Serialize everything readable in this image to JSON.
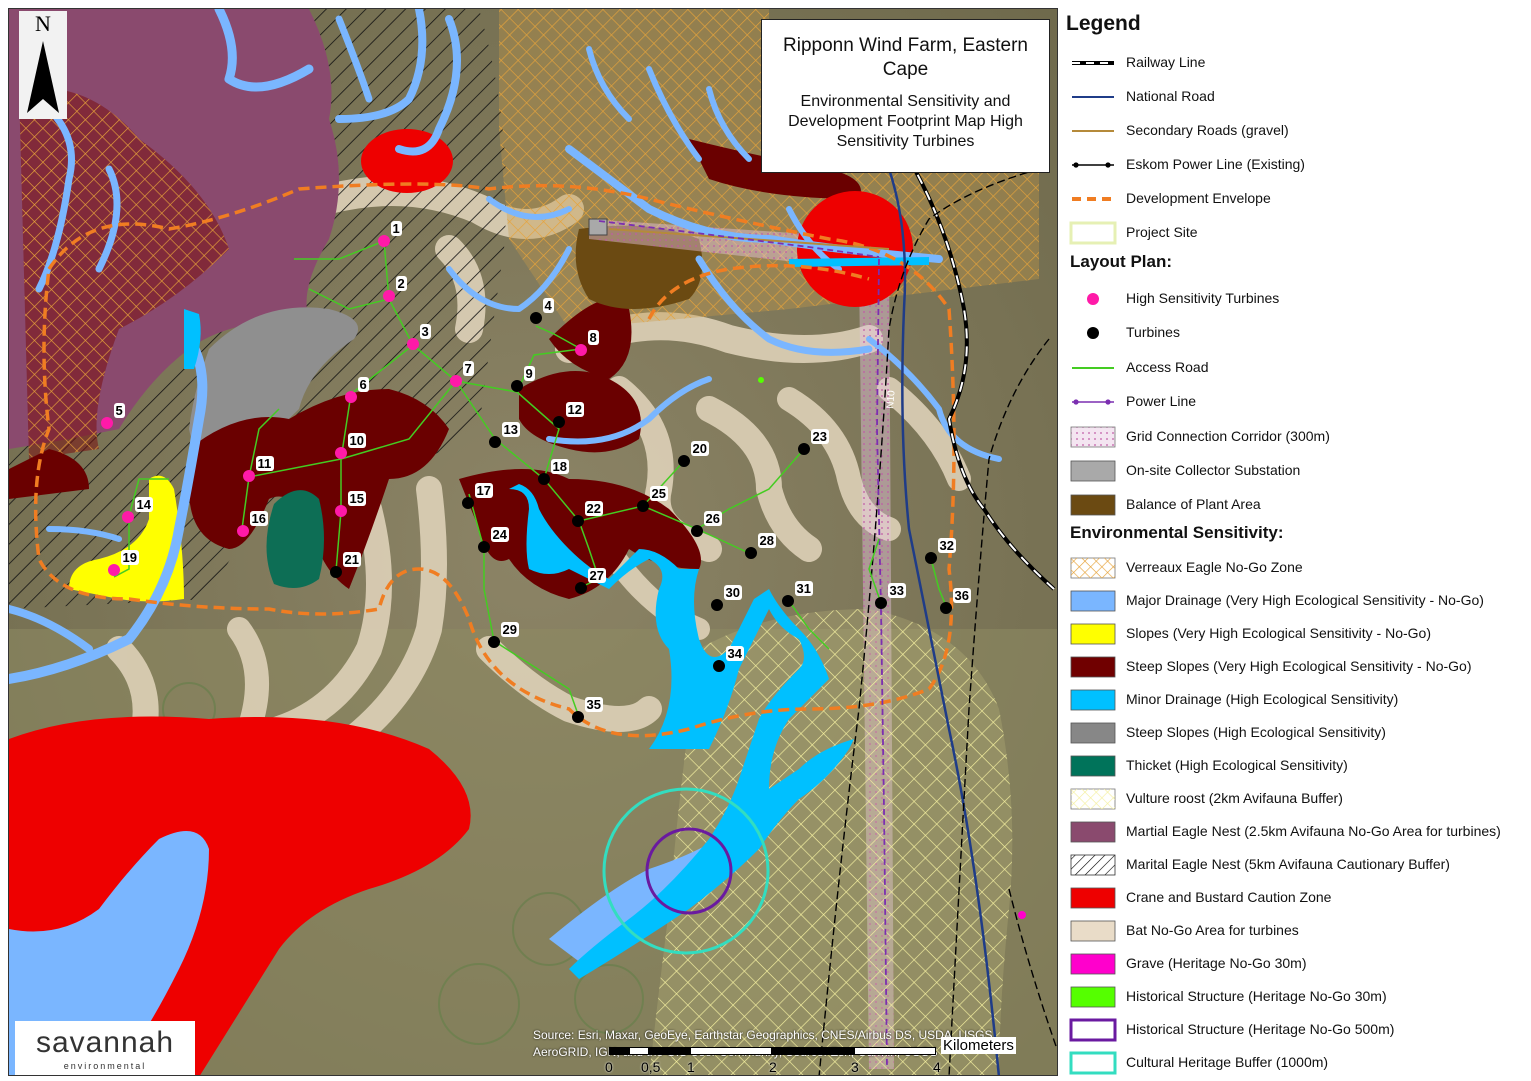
{
  "map": {
    "title_main": "Ripponn Wind Farm, Eastern Cape",
    "title_sub": "Environmental Sensitivity and Development Footprint Map High Sensitivity Turbines",
    "north_label": "N",
    "logo_main": "savannah",
    "logo_sub": "environmental",
    "credits": "Source: Esri, Maxar, GeoEye, Earthstar Geographics, CNES/Airbus DS, USDA, USGS, AeroGRID, IGN, and the GIS User Community, Source: Esri, Garmin, USGS",
    "road_label": "N10",
    "scale": {
      "unit_label": "Kilometers",
      "ticks": [
        "0",
        "0,5",
        "1",
        "2",
        "3",
        "4"
      ]
    },
    "turbines": [
      {
        "id": "1",
        "sensitivity": "high"
      },
      {
        "id": "2",
        "sensitivity": "high"
      },
      {
        "id": "3",
        "sensitivity": "high"
      },
      {
        "id": "4",
        "sensitivity": "normal"
      },
      {
        "id": "5",
        "sensitivity": "high"
      },
      {
        "id": "6",
        "sensitivity": "high"
      },
      {
        "id": "7",
        "sensitivity": "high"
      },
      {
        "id": "8",
        "sensitivity": "high"
      },
      {
        "id": "9",
        "sensitivity": "normal"
      },
      {
        "id": "10",
        "sensitivity": "high"
      },
      {
        "id": "11",
        "sensitivity": "high"
      },
      {
        "id": "12",
        "sensitivity": "normal"
      },
      {
        "id": "13",
        "sensitivity": "normal"
      },
      {
        "id": "14",
        "sensitivity": "high"
      },
      {
        "id": "15",
        "sensitivity": "high"
      },
      {
        "id": "16",
        "sensitivity": "high"
      },
      {
        "id": "17",
        "sensitivity": "normal"
      },
      {
        "id": "18",
        "sensitivity": "normal"
      },
      {
        "id": "19",
        "sensitivity": "high"
      },
      {
        "id": "20",
        "sensitivity": "normal"
      },
      {
        "id": "21",
        "sensitivity": "normal"
      },
      {
        "id": "22",
        "sensitivity": "normal"
      },
      {
        "id": "23",
        "sensitivity": "normal"
      },
      {
        "id": "24",
        "sensitivity": "normal"
      },
      {
        "id": "25",
        "sensitivity": "normal"
      },
      {
        "id": "26",
        "sensitivity": "normal"
      },
      {
        "id": "27",
        "sensitivity": "normal"
      },
      {
        "id": "28",
        "sensitivity": "normal"
      },
      {
        "id": "29",
        "sensitivity": "normal"
      },
      {
        "id": "30",
        "sensitivity": "normal"
      },
      {
        "id": "31",
        "sensitivity": "normal"
      },
      {
        "id": "32",
        "sensitivity": "normal"
      },
      {
        "id": "33",
        "sensitivity": "normal"
      },
      {
        "id": "34",
        "sensitivity": "normal"
      },
      {
        "id": "35",
        "sensitivity": "normal"
      },
      {
        "id": "36",
        "sensitivity": "normal"
      }
    ]
  },
  "legend": {
    "title": "Legend",
    "layout_heading": "Layout Plan:",
    "env_heading": "Environmental Sensitivity:",
    "base_items": [
      {
        "label": "Railway Line",
        "symbol": "railway"
      },
      {
        "label": "National Road",
        "symbol": "line",
        "color": "#1f3c88"
      },
      {
        "label": "Secondary Roads (gravel)",
        "symbol": "line",
        "color": "#b58a3a"
      },
      {
        "label": "Eskom Power Line (Existing)",
        "symbol": "powerline",
        "color": "#000000"
      },
      {
        "label": "Development Envelope",
        "symbol": "dashed",
        "color": "#f07d22"
      },
      {
        "label": "Project Site",
        "symbol": "outline",
        "color": "#e6f0b4"
      }
    ],
    "layout_items": [
      {
        "label": "High Sensitivity Turbines",
        "symbol": "dot",
        "color": "#ff1aa8"
      },
      {
        "label": "Turbines",
        "symbol": "dot",
        "color": "#000000"
      },
      {
        "label": "Access Road",
        "symbol": "line",
        "color": "#44cc22"
      },
      {
        "label": "Power Line",
        "symbol": "powerline",
        "color": "#7b2fb0"
      },
      {
        "label": "Grid Connection Corridor (300m)",
        "symbol": "dotted-fill",
        "color": "#e8c6e0"
      },
      {
        "label": "On-site Collector Substation",
        "symbol": "fill",
        "color": "#a9a9a9"
      },
      {
        "label": "Balance of Plant Area",
        "symbol": "fill",
        "color": "#6b4a12"
      }
    ],
    "env_items": [
      {
        "label": "Verreaux Eagle No-Go Zone",
        "symbol": "crosshatch",
        "color": "#e6a33a"
      },
      {
        "label": "Major Drainage (Very High Ecological Sensitivity - No-Go)",
        "symbol": "fill",
        "color": "#7ab6ff"
      },
      {
        "label": "Slopes (Very High Ecological Sensitivity - No-Go)",
        "symbol": "fill",
        "color": "#ffff00"
      },
      {
        "label": "Steep Slopes (Very High Ecological Sensitivity - No-Go)",
        "symbol": "fill",
        "color": "#700000"
      },
      {
        "label": "Minor Drainage (High Ecological Sensitivity)",
        "symbol": "fill",
        "color": "#00c0ff"
      },
      {
        "label": "Steep Slopes (High Ecological Sensitivity)",
        "symbol": "fill",
        "color": "#878787"
      },
      {
        "label": "Thicket (High Ecological Sensitivity)",
        "symbol": "fill",
        "color": "#00735a"
      },
      {
        "label": "Vulture roost (2km Avifauna Buffer)",
        "symbol": "crosshatch",
        "color": "#f5f0a0"
      },
      {
        "label": "Martial Eagle Nest (2.5km Avifauna No-Go Area for turbines)",
        "symbol": "fill",
        "color": "#8a4a6e"
      },
      {
        "label": "Marital Eagle Nest (5km Avifauna Cautionary Buffer)",
        "symbol": "hatch",
        "color": "#000000"
      },
      {
        "label": "Crane and Bustard Caution Zone",
        "symbol": "fill",
        "color": "#ee0000"
      },
      {
        "label": "Bat No-Go Area for turbines",
        "symbol": "fill",
        "color": "#e9dcc8"
      },
      {
        "label": "Grave (Heritage No-Go 30m)",
        "symbol": "fill",
        "color": "#ff00cc"
      },
      {
        "label": "Historical Structure (Heritage No-Go 30m)",
        "symbol": "fill",
        "color": "#55ff00"
      },
      {
        "label": "Historical Structure (Heritage No-Go 500m)",
        "symbol": "outline",
        "color": "#6a1aa0"
      },
      {
        "label": "Cultural Heritage Buffer (1000m)",
        "symbol": "outline",
        "color": "#33ddc0"
      }
    ]
  }
}
